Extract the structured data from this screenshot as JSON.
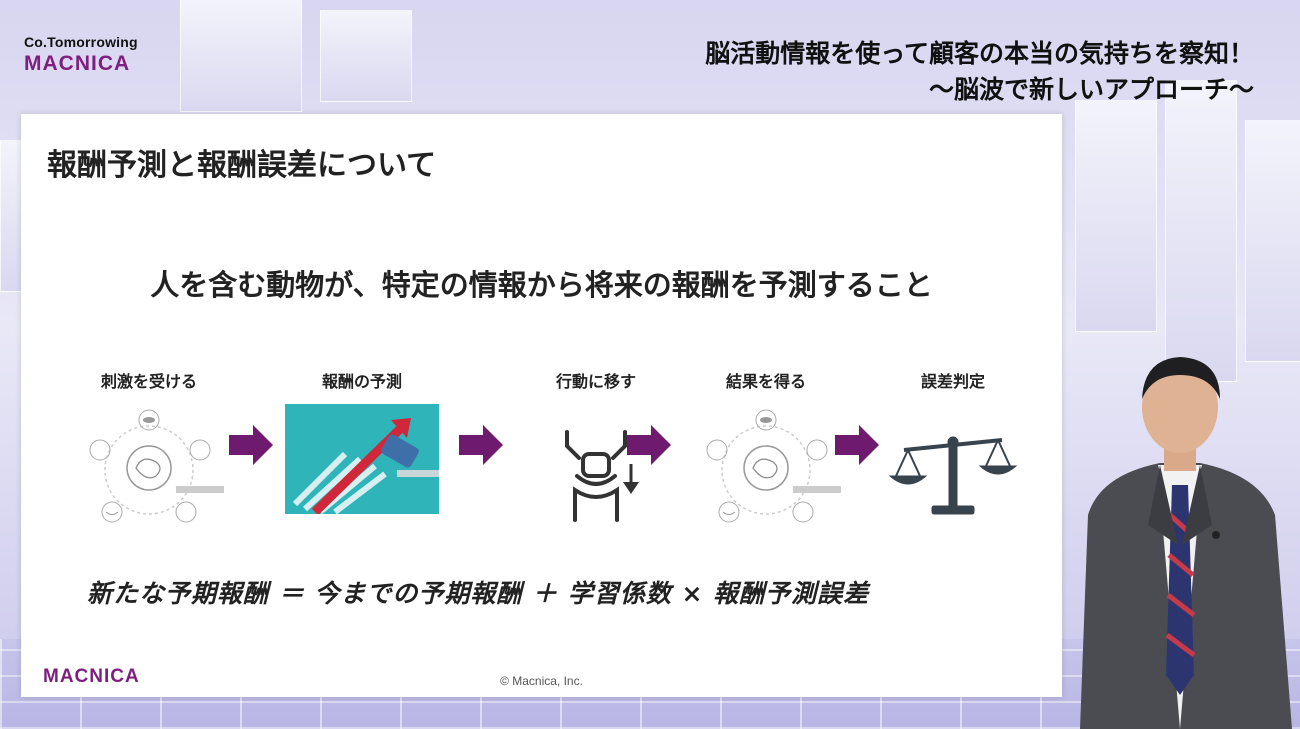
{
  "branding": {
    "tagline": "Co.Tomorrowing",
    "logo_text": "MACNICA"
  },
  "headline": {
    "line1": "脳活動情報を使って顧客の本当の気持ちを察知！",
    "line2": "～脳波で新しいアプローチ～"
  },
  "slide": {
    "title": "報酬予測と報酬誤差について",
    "subtitle": "人を含む動物が、特定の情報から将来の報酬を予測すること",
    "steps": [
      {
        "label": "刺激を受ける",
        "icon": "senses-brain-icon"
      },
      {
        "label": "報酬の予測",
        "icon": "rising-arrow-chart-icon"
      },
      {
        "label": "行動に移す",
        "icon": "action-figure-icon"
      },
      {
        "label": "結果を得る",
        "icon": "senses-brain-icon"
      },
      {
        "label": "誤差判定",
        "icon": "balance-scale-icon"
      }
    ],
    "formula": "新たな予期報酬 ＝ 今までの予期報酬 ＋ 学習係数 × 報酬予測誤差",
    "copyright": "© Macnica, Inc.",
    "footer_logo": "MACNICA"
  },
  "colors": {
    "brand_purple": "#7d1f7e",
    "arrow_purple": "#6e1a6e",
    "teal": "#2fb4ba",
    "red": "#d0283a"
  }
}
